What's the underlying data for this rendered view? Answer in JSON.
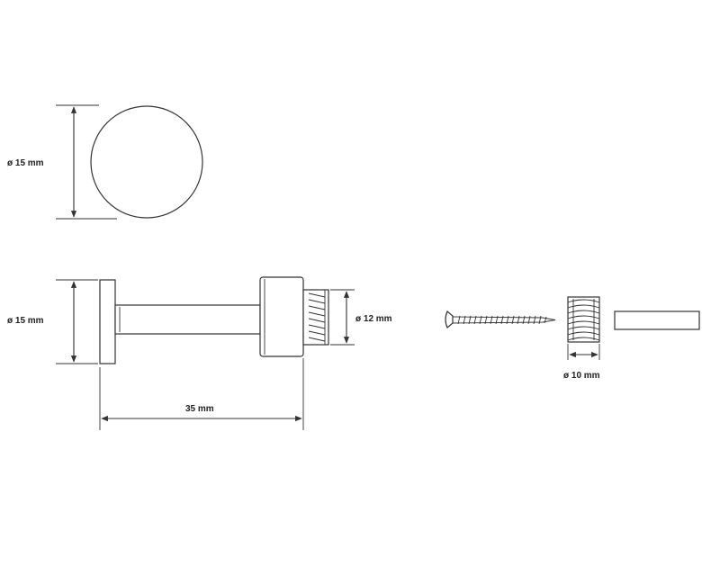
{
  "dimensions": {
    "top_diameter": "ø 15 mm",
    "side_diameter": "ø 15 mm",
    "thread_diameter": "ø 12 mm",
    "length": "35 mm",
    "anchor_diameter": "ø 10 mm"
  }
}
